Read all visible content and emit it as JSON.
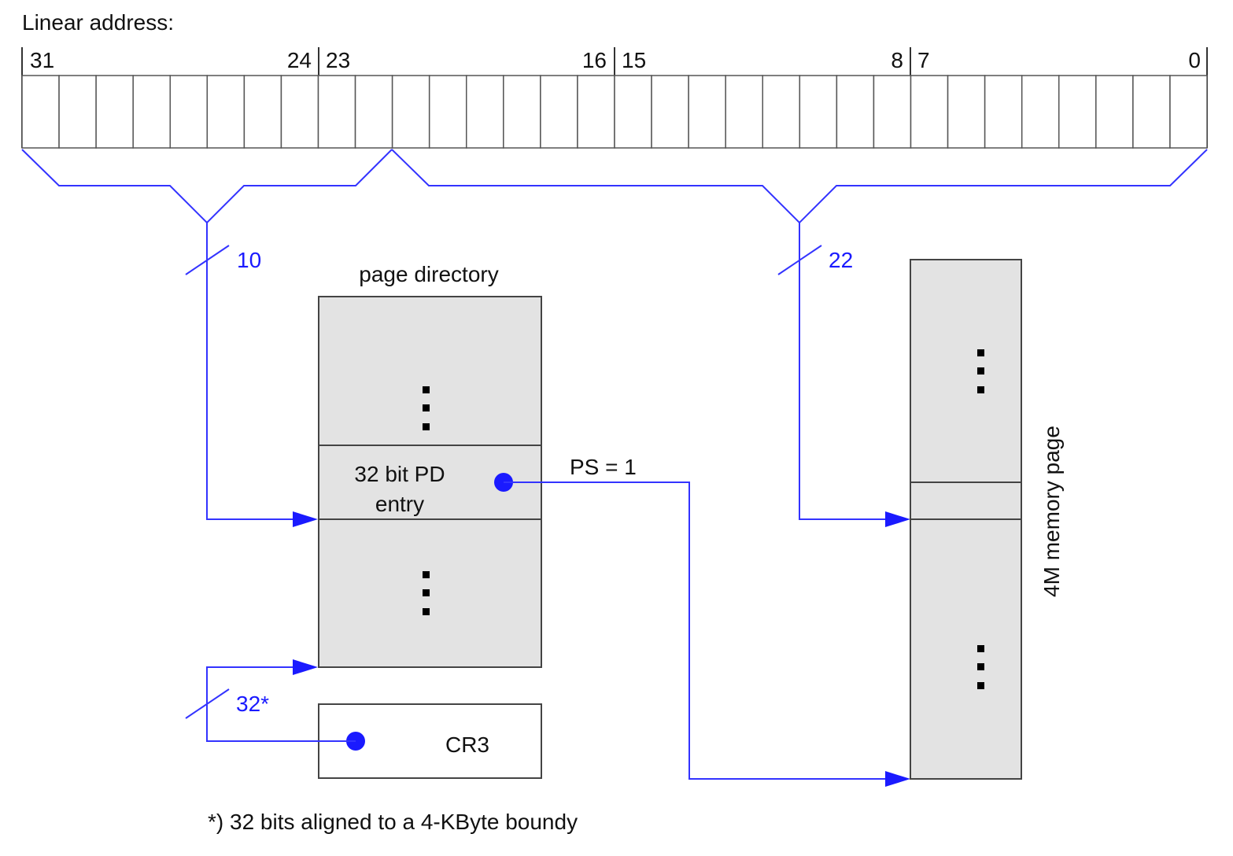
{
  "heading": "Linear address:",
  "bit_labels": {
    "b31": "31",
    "b24": "24",
    "b23": "23",
    "b16": "16",
    "b15": "15",
    "b8": "8",
    "b7": "7",
    "b0": "0"
  },
  "bus_widths": {
    "directory_index": "10",
    "page_offset": "22",
    "cr3_width": "32*"
  },
  "page_directory": {
    "title": "page directory",
    "entry_line1": "32 bit PD",
    "entry_line2": "entry"
  },
  "ps_flag": "PS = 1",
  "memory_page_label": "4M memory page",
  "cr3_label": "CR3",
  "footnote": "*) 32 bits aligned to a 4-KByte boundy",
  "colors": {
    "path": "#3333ff",
    "box_fill": "#e3e3e3"
  }
}
